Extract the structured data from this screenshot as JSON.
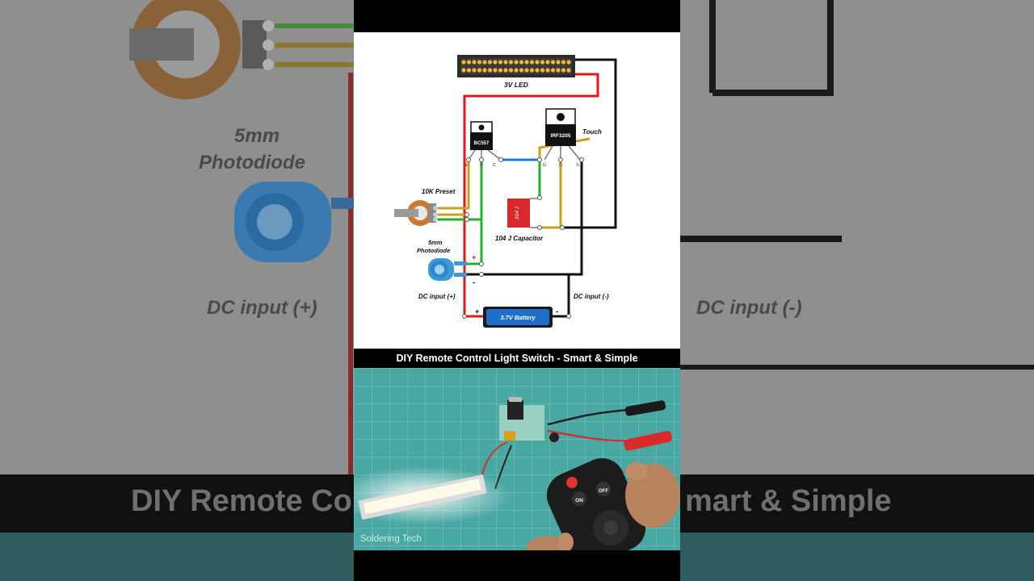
{
  "video": {
    "title": "DIY Remote Control Light Switch - Smart & Simple",
    "watermark": "Soldering Tech"
  },
  "diagram": {
    "led_label": "3V LED",
    "transistor_label": "BC557",
    "mosfet_label": "IRF3205",
    "touch_label": "Touch",
    "preset_label": "10K Preset",
    "photodiode_label_1": "5mm",
    "photodiode_label_2": "Photodiode",
    "capacitor_code": "104 J",
    "capacitor_label": "104 J Capacitor",
    "dc_plus_label": "DC input (+)",
    "dc_minus_label": "DC input (-)",
    "battery_label": "3.7V Battery",
    "pin_e": "E",
    "pin_b": "B",
    "pin_c": "C",
    "pin_g": "G",
    "pin_d": "D",
    "pin_s": "S",
    "plus_sign": "+",
    "minus_sign": "-"
  },
  "background": {
    "photodiode_label_1": "5mm",
    "photodiode_label_2": "Photodiode",
    "dc_plus_label": "DC input (+)",
    "dc_minus_label": "DC input (-)",
    "band_left": "DIY Remote Co",
    "band_right": "mart & Simple"
  },
  "photo": {
    "remote_on": "ON",
    "remote_off": "OFF"
  },
  "colors": {
    "wire_red": "#e01a1a",
    "wire_green": "#22b030",
    "wire_yellow": "#c9a21a",
    "wire_blue": "#1f7ad1",
    "wire_black": "#111111",
    "led_amber": "#f2b632",
    "board_teal": "#4aa8a3"
  }
}
